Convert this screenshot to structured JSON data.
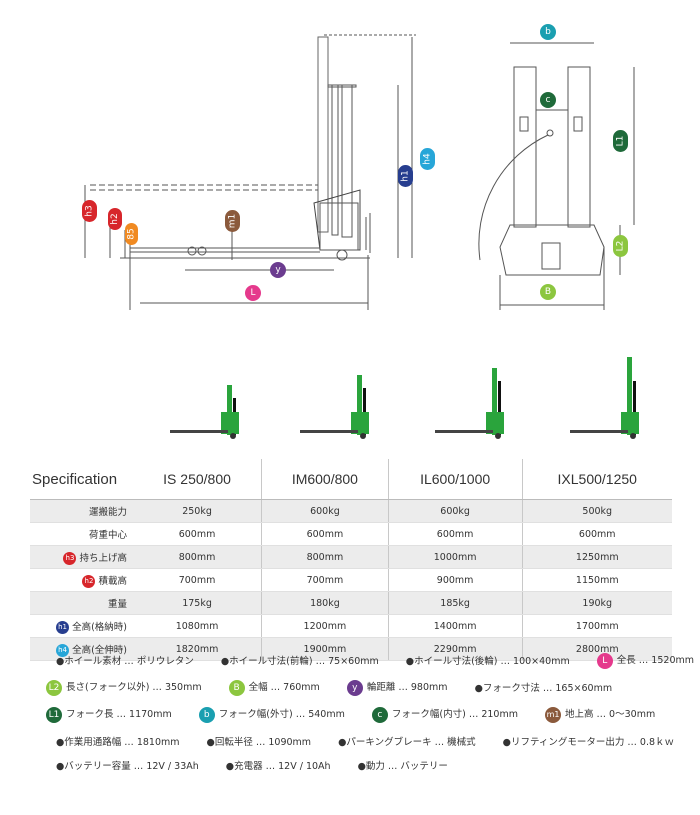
{
  "diagram": {
    "side_labels": {
      "h3": "h3",
      "h2": "h2",
      "b5": "85",
      "m1": "m1",
      "h1": "h1",
      "h4": "h4",
      "y": "y",
      "L": "L"
    },
    "top_labels": {
      "b": "b",
      "c": "c",
      "L1": "L1",
      "L2": "L2",
      "B": "B"
    }
  },
  "colors": {
    "green": "#2aa43c",
    "red": "#d7262b",
    "orange": "#f08a22",
    "brown": "#8b5a3c",
    "navy": "#273e8f",
    "cyan": "#27a6d8",
    "pink": "#e5398c",
    "olive": "#8cc63f",
    "purple": "#6b3c8f",
    "dark_green": "#1f6a3a",
    "teal": "#1a9fb0"
  },
  "table": {
    "title": "Specification",
    "models": [
      "IS 250/800",
      "IM600/800",
      "IL600/1000",
      "IXL500/1250"
    ],
    "rows": [
      {
        "label": "運搬能力",
        "badge": "",
        "values": [
          "250kg",
          "600kg",
          "600kg",
          "500kg"
        ]
      },
      {
        "label": "荷重中心",
        "badge": "",
        "values": [
          "600mm",
          "600mm",
          "600mm",
          "600mm"
        ]
      },
      {
        "label": "持ち上げ高",
        "badge": "h3",
        "values": [
          "800mm",
          "800mm",
          "1000mm",
          "1250mm"
        ]
      },
      {
        "label": "積載高",
        "badge": "h2",
        "values": [
          "700mm",
          "700mm",
          "900mm",
          "1150mm"
        ]
      },
      {
        "label": "重量",
        "badge": "",
        "values": [
          "175kg",
          "180kg",
          "185kg",
          "190kg"
        ]
      },
      {
        "label": "全高(格納時)",
        "badge": "h1",
        "values": [
          "1080mm",
          "1200mm",
          "1400mm",
          "1700mm"
        ]
      },
      {
        "label": "全高(全伸時)",
        "badge": "h4",
        "values": [
          "1820mm",
          "1900mm",
          "2290mm",
          "2800mm"
        ]
      }
    ]
  },
  "notes": {
    "n1": "●ホイール素材 … ポリウレタン",
    "n2": "●ホイール寸法(前輪) … 75×60mm",
    "n3": "●ホイール寸法(後輪) … 100×40mm",
    "n4_badge": "L",
    "n4": "全長 … 1520mm",
    "n5_badge": "L2",
    "n5": "長さ(フォーク以外) … 350mm",
    "n6_badge": "B",
    "n6": "全幅 … 760mm",
    "n7_badge": "y",
    "n7": "輪距離 … 980mm",
    "n8": "●フォーク寸法 … 165×60mm",
    "n9_badge": "L1",
    "n9": "フォーク長 … 1170mm",
    "n10_badge": "b",
    "n10": "フォーク幅(外寸) … 540mm",
    "n11_badge": "c",
    "n11": "フォーク幅(内寸) … 210mm",
    "n12_badge": "m1",
    "n12": "地上高 … 0～30mm",
    "n13": "●作業用通路幅 … 1810mm",
    "n14": "●回転半径 … 1090mm",
    "n15": "●パーキングブレーキ … 機械式",
    "n16": "●リフティングモーター出力 … 0.8ｋｗ",
    "n17": "●バッテリー容量 … 12V / 33Ah",
    "n18": "●充電器 … 12V / 10Ah",
    "n19": "●動力 … バッテリー"
  }
}
